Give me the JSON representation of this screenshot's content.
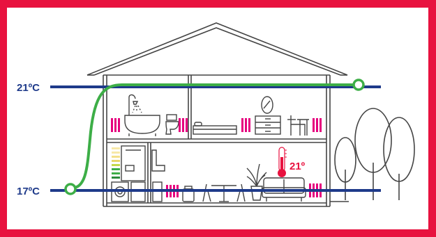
{
  "labels": {
    "upper_temp": "21ºC",
    "lower_temp": "17ºC",
    "thermostat_reading": "21º"
  },
  "colors": {
    "border": "#e8123f",
    "temp_line": "#1e3a8a",
    "heating_curve": "#3dae47",
    "radiator": "#e6007e",
    "thermometer": "#e8123f",
    "outline": "#444444",
    "trees": "#444444"
  },
  "icons": [
    "house-outline-icon",
    "bathtub-shower-icon",
    "toilet-icon",
    "mirror-icon",
    "bed-icon",
    "dresser-icon",
    "chair-icon",
    "radiator-icon",
    "boiler-icon",
    "washing-machine-icon",
    "plant-icon",
    "sofa-icon",
    "dining-table-icon",
    "thermometer-icon",
    "tree-icon"
  ]
}
